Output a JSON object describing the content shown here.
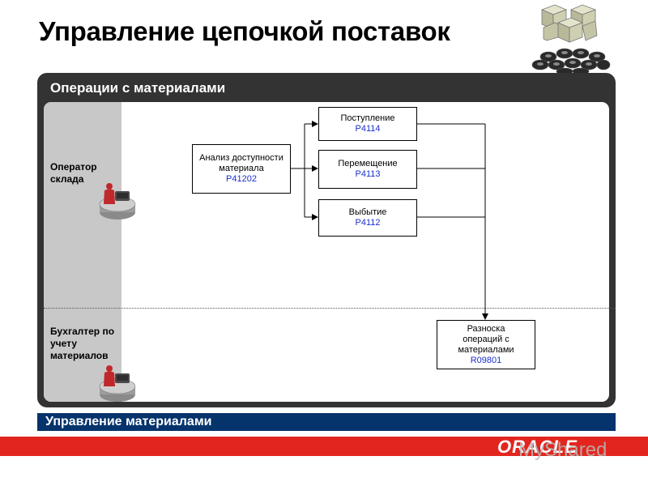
{
  "page": {
    "title": "Управление цепочкой поставок"
  },
  "frame": {
    "title": "Операции с материалами"
  },
  "lanes": [
    {
      "label": "Оператор склада"
    },
    {
      "label": "Бухгалтер по учету материалов"
    }
  ],
  "boxes": {
    "analysis": {
      "label": "Анализ доступности материала",
      "code": "P41202"
    },
    "receipt": {
      "label": "Поступление",
      "code": "P4114"
    },
    "transfer": {
      "label": "Перемещение",
      "code": "P4113"
    },
    "issue": {
      "label": "Выбытие",
      "code": "P4112"
    },
    "posting": {
      "label": "Разноска операций с материалами",
      "code": "R09801"
    }
  },
  "footer": {
    "section_title": "Управление материалами",
    "brand": "ORACLE",
    "watermark": "MyShared"
  },
  "colors": {
    "frame": "#333333",
    "lane": "#c8c8c8",
    "footer_bar": "#05336b",
    "stripe": "#e2261f",
    "code_text": "#1a2fd0"
  }
}
